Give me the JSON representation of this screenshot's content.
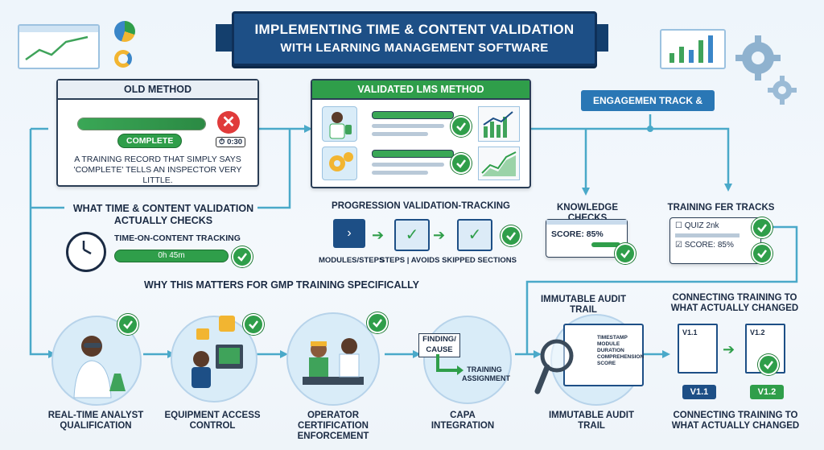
{
  "title": {
    "line1": "IMPLEMENTING TIME & CONTENT VALIDATION",
    "line2": "WITH LEARNING MANAGEMENT SOFTWARE"
  },
  "old_method": {
    "header": "OLD METHOD",
    "complete_label": "COMPLETE",
    "timer": "0:30",
    "caption": "A TRAINING RECORD THAT SIMPLY SAYS 'COMPLETE' TELLS AN INSPECTOR VERY LITTLE."
  },
  "lms_method": {
    "header": "VALIDATED LMS METHOD"
  },
  "engagement": {
    "label": "ENGAGEMEN TRACK &"
  },
  "checks": {
    "title": "WHAT TIME & CONTENT VALIDATION ACTUALLY CHECKS",
    "time_on_content": "TIME-ON-CONTENT TRACKING",
    "time_value": "0h 45m"
  },
  "progression": {
    "title": "PROGRESSION VALIDATION-TRACKING",
    "modules": "MODULES/STEPS",
    "steps": "STEPS | AVOIDS SKIPPED SECTIONS"
  },
  "knowledge": {
    "title": "KNOWLEDGE CHECKS",
    "score": "SCORE: 85%"
  },
  "training_tracks": {
    "title": "TRAINING FER TRACKS",
    "quiz": "QUIZ 2nk",
    "score": "SCORE: 85%"
  },
  "gmp": {
    "title": "WHY THIS MATTERS FOR GMP TRAINING SPECIFICALLY"
  },
  "audit_top": "IMMUTABLE AUDIT TRAIL",
  "connect_top": "CONNECTING TRAINING TO WHAT ACTUALLY CHANGED",
  "capa": {
    "finding": "FINDING/ CAUSE",
    "assignment": "TRAINING ASSIGNMENT"
  },
  "audit_doc": [
    "TIMESTAMP",
    "MODULE",
    "DURATION",
    "COMPREHENSION",
    "SCORE"
  ],
  "versions": {
    "v1": "V1.1",
    "v2": "V1.2"
  },
  "bottom_labels": [
    "REAL-TIME ANALYST QUALIFICATION",
    "EQUIPMENT ACCESS CONTROL",
    "OPERATOR CERTIFICATION ENFORCEMENT",
    "CAPA INTEGRATION",
    "IMMUTABLE AUDIT TRAIL",
    "CONNECTING TRAINING TO WHAT ACTUALLY CHANGED"
  ],
  "colors": {
    "navy": "#1d4f86",
    "green": "#2f9e4a",
    "teal": "#4aa9c9",
    "red": "#e03b3b"
  }
}
